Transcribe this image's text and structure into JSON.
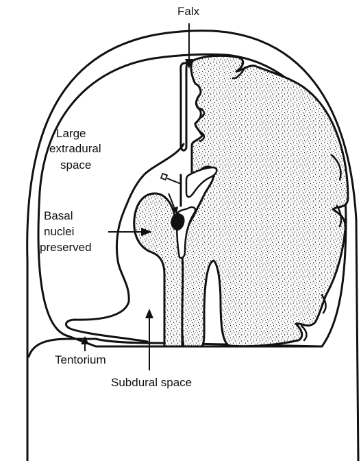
{
  "labels": {
    "falx": "Falx",
    "extradural_line1": "Large",
    "extradural_line2": "extradural",
    "extradural_line3": "space",
    "basal_line1": "Basal",
    "basal_line2": "nuclei",
    "basal_line3": "preserved",
    "tentorium": "Tentorium",
    "subdural": "Subdural space"
  },
  "colors": {
    "ink": "#111111",
    "paper": "#ffffff"
  }
}
